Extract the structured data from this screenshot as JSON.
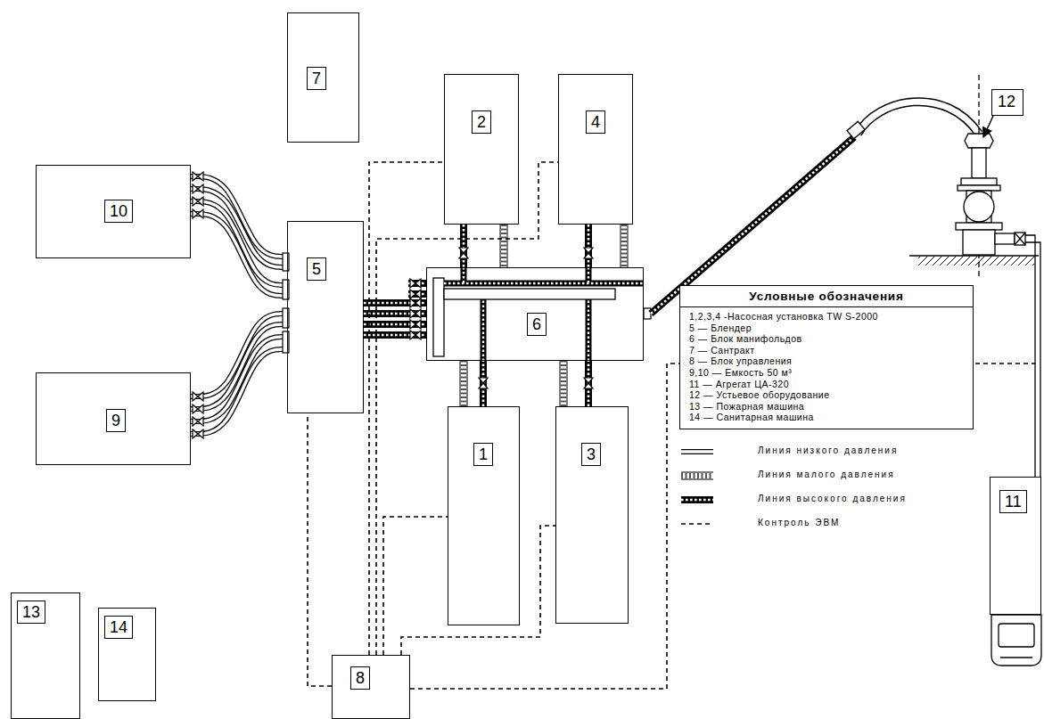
{
  "diagram": {
    "nodes": [
      {
        "text": [
          "7"
        ]
      },
      {
        "text": [
          "2"
        ]
      },
      {
        "text": [
          "4"
        ]
      },
      {
        "text": [
          "12"
        ]
      },
      {
        "text": [
          "10"
        ]
      },
      {
        "text": [
          "5"
        ]
      },
      {
        "text": [
          "6"
        ]
      },
      {
        "text": [
          "Условные обозначения",
          "1,2,3,4 -Насосная установка TW S-2000",
          "5 — Блендер",
          "6 — Блок манифольдов",
          "7 — Сантракт",
          "8 — Блок управления",
          "9,10 — Емкость 50 м³",
          "11 — Агрегат ЦА-320",
          "12 — Устьевое оборудование",
          "13 — Пожарная машина",
          "14 — Санитарная машина"
        ]
      },
      {
        "text": [
          "9"
        ]
      },
      {
        "text": [
          "1"
        ]
      },
      {
        "text": [
          "3"
        ]
      },
      {
        "text": [
          "11"
        ]
      },
      {
        "text": [
          "13"
        ]
      },
      {
        "text": [
          "14"
        ]
      },
      {
        "text": [
          "8"
        ]
      }
    ],
    "edges": [
      {
        "from": 4,
        "to": 5,
        "arrow": "none"
      },
      {
        "from": 8,
        "to": 5,
        "arrow": "none"
      },
      {
        "from": 5,
        "to": 6,
        "arrow": "none"
      },
      {
        "from": 1,
        "to": 6,
        "arrow": "none"
      },
      {
        "from": 1,
        "to": 6,
        "arrow": "none"
      },
      {
        "from": 2,
        "to": 6,
        "arrow": "none"
      },
      {
        "from": 2,
        "to": 6,
        "arrow": "none"
      },
      {
        "from": 9,
        "to": 6,
        "arrow": "none"
      },
      {
        "from": 9,
        "to": 6,
        "arrow": "none"
      },
      {
        "from": 10,
        "to": 6,
        "arrow": "none"
      },
      {
        "from": 10,
        "to": 6,
        "arrow": "none"
      },
      {
        "from": 14,
        "to": 5,
        "arrow": "none"
      },
      {
        "from": 14,
        "to": 1,
        "arrow": "none"
      },
      {
        "from": 14,
        "to": 2,
        "arrow": "none"
      },
      {
        "from": 14,
        "to": 9,
        "arrow": "none"
      },
      {
        "from": 14,
        "to": 10,
        "arrow": "none"
      }
    ],
    "legend": [
      {
        "text": "Линия низкого давления"
      },
      {
        "text": "Линия малого давления"
      },
      {
        "text": "Линия высокого давления"
      },
      {
        "text": "Контроль ЭВМ"
      }
    ]
  }
}
